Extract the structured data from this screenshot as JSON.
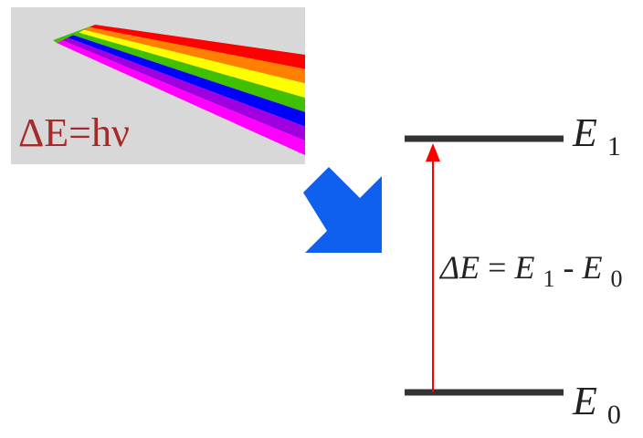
{
  "photon_panel": {
    "equation_text": "ΔE=hν",
    "background_color": "#d8d8d8",
    "equation_color": "#a52a2a",
    "spectrum_colors": [
      "#ff0000",
      "#ff8000",
      "#ffff00",
      "#40c000",
      "#0000ff",
      "#a000e0",
      "#ff00ff"
    ]
  },
  "absorption_arrow": {
    "icon": "big-arrow-down-right-icon",
    "color": "#1060f0"
  },
  "energy_levels": {
    "upper": {
      "symbol": "E",
      "subscript": "1"
    },
    "lower": {
      "symbol": "E",
      "subscript": "0"
    },
    "line_color": "#333333"
  },
  "transition": {
    "color": "#ff0000",
    "label": {
      "delta": "ΔE",
      "equals": "= ",
      "e1": "E",
      "e1_sub": "1",
      "minus": " -",
      "e0": "E",
      "e0_sub": "0"
    }
  }
}
